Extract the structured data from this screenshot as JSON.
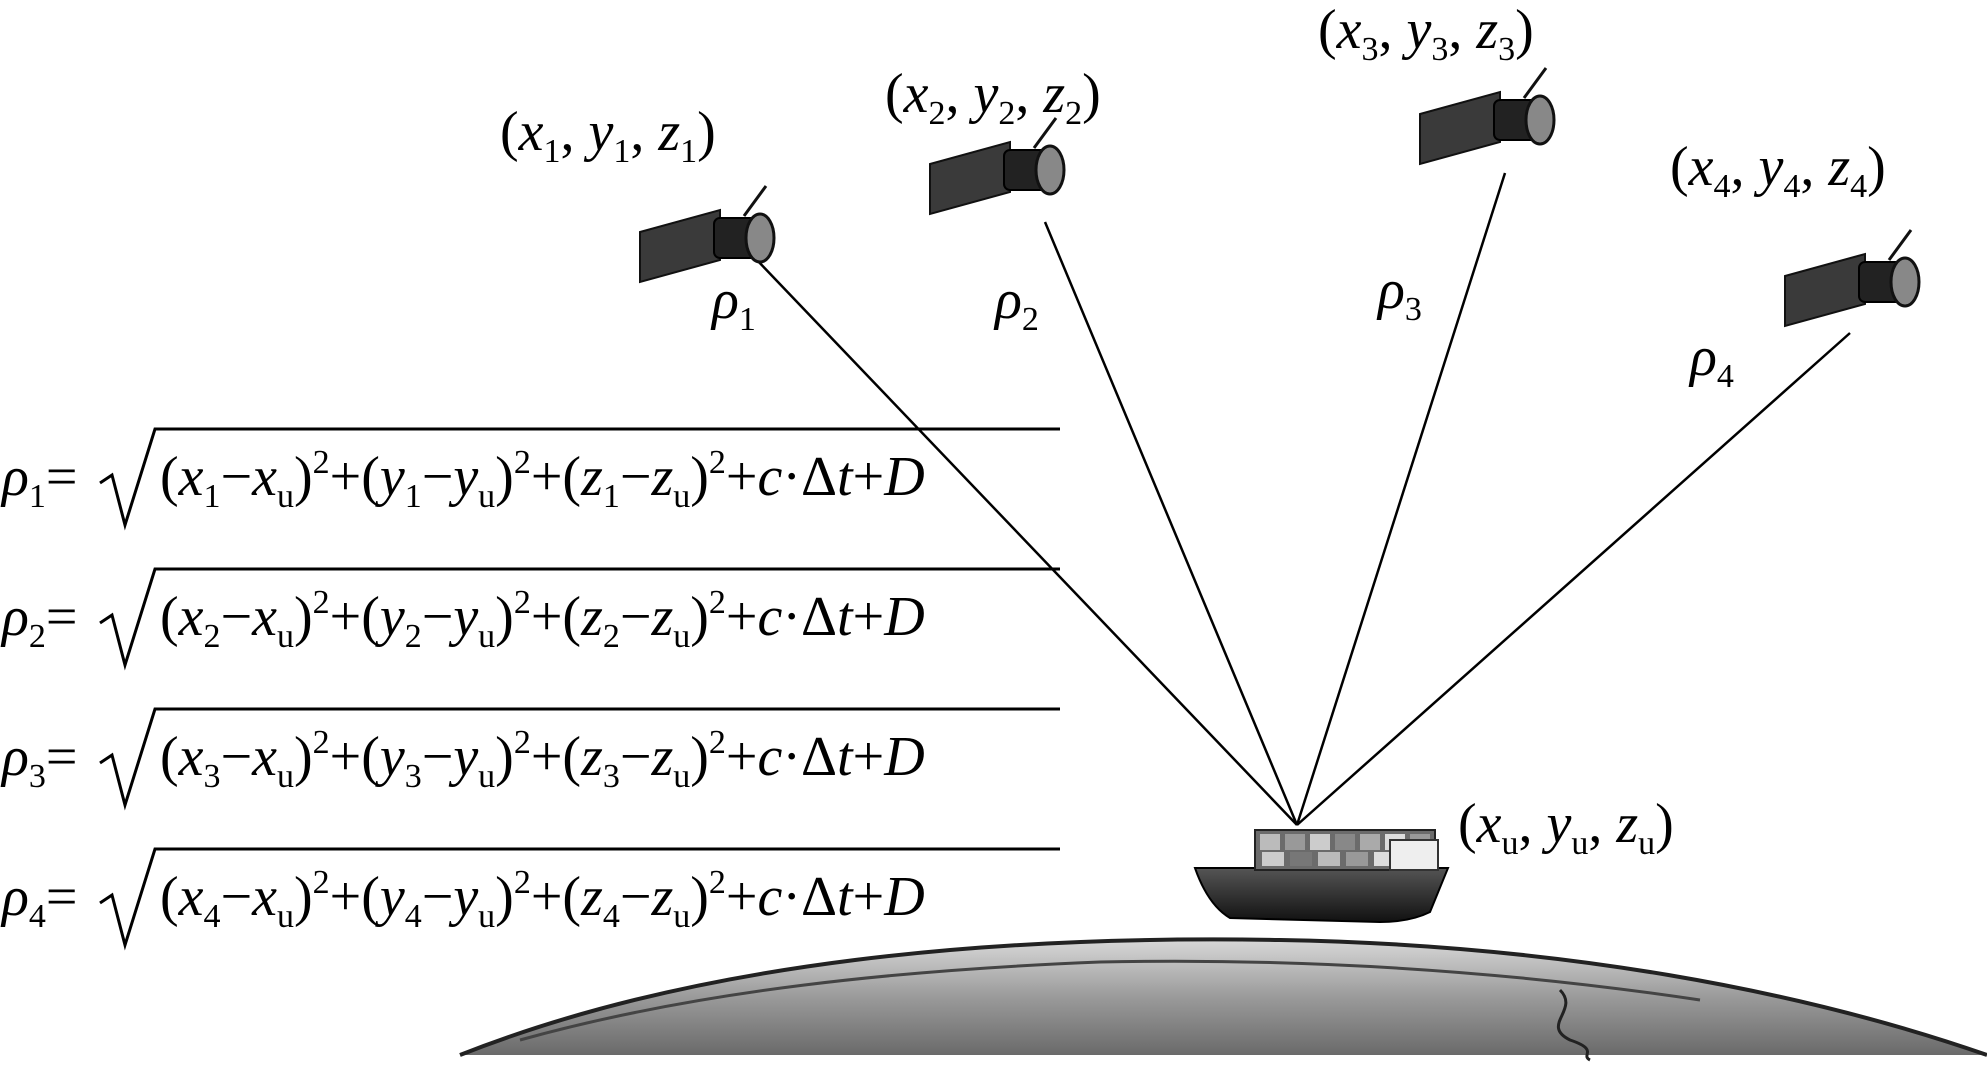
{
  "satellites": [
    {
      "id": 1,
      "label": "(x1, y1, z1)",
      "rho": "ρ1"
    },
    {
      "id": 2,
      "label": "(x2, y2, z2)",
      "rho": "ρ2"
    },
    {
      "id": 3,
      "label": "(x3, y3, z3)",
      "rho": "ρ3"
    },
    {
      "id": 4,
      "label": "(x4, y4, z4)",
      "rho": "ρ4"
    }
  ],
  "receiver": {
    "label": "(xu, yu, zu)"
  },
  "equations": [
    "ρ1=√((x1−xu)²+(y1−yu)²+(z1−zu)²)+c·Δt+D",
    "ρ2=√((x2−xu)²+(y2−yu)²+(z2−zu)²)+c·Δt+D",
    "ρ3=√((x3−xu)²+(y3−yu)²+(z3−zu)²)+c·Δt+D",
    "ρ4=√((x4−xu)²+(y4−yu)²+(z4−zu)²)+c·Δt+D"
  ]
}
